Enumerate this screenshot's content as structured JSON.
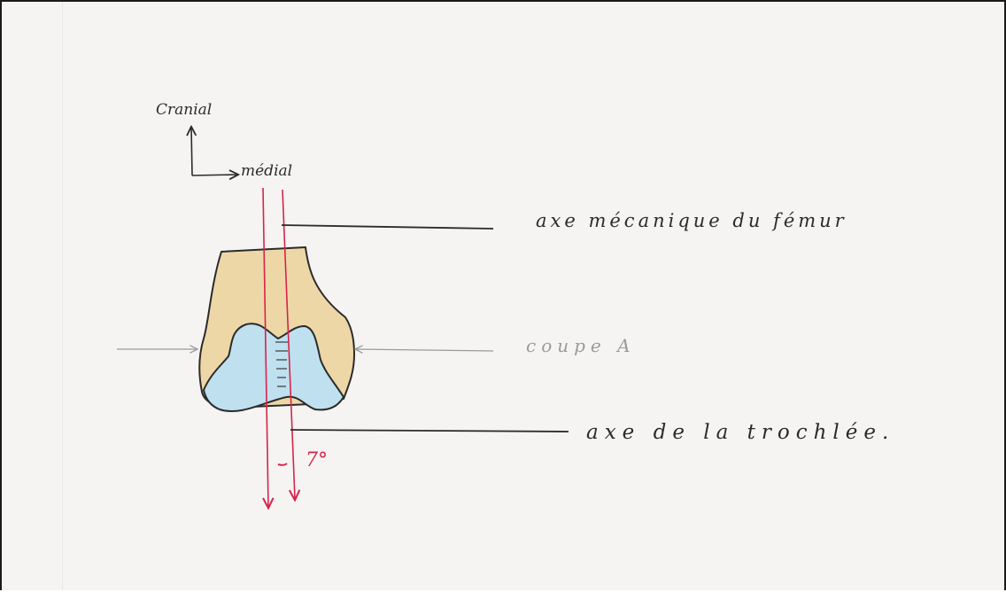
{
  "orientation": {
    "cranial_label": "Cranial",
    "medial_label": "médial"
  },
  "labels": {
    "mechanical_axis": "axe mécanique du fémur",
    "section": "coupe A",
    "trochlea_axis": "axe de la trochlée."
  },
  "angle": {
    "value_label": "7°",
    "degrees": 7
  },
  "colors": {
    "ink": "#2b2b2b",
    "red_axis": "#d6244a",
    "bone_fill": "#eed7a6",
    "cartilage_fill": "#bfe0ef",
    "section_gray": "#9a9a9a",
    "paper": "#f5f4f2"
  }
}
